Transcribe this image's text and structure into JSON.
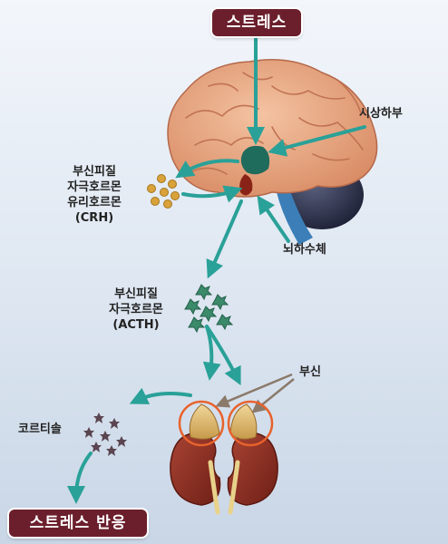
{
  "title": "스트레스",
  "footer": "스트레스 반응",
  "labels": {
    "hypothalamus": "시상하부",
    "pituitary": "뇌하수체",
    "crh": [
      "부신피질",
      "자극호르몬",
      "유리호르몬",
      "(CRH)"
    ],
    "acth": [
      "부신피질",
      "자극호르몬",
      "(ACTH)"
    ],
    "adrenal": "부신",
    "cortisol": "코르티솔"
  },
  "colors": {
    "pill_bg": "#6b1f2c",
    "arrow": "#2aa198",
    "brain": "#e8a882",
    "cerebellum": "#2b2f46",
    "hypothalamus": "#1f6b5c",
    "crh_dot": "#d9a23a",
    "acth_star": "#3b8a6a",
    "cortisol_star": "#5a4550",
    "kidney": "#8a2e22",
    "adrenal": "#d9b56a",
    "highlight_ring": "#e8622c"
  },
  "icons": [
    "brain-icon",
    "kidney-icon",
    "adrenal-gland-icon",
    "crh-molecule-icon",
    "acth-molecule-icon",
    "cortisol-molecule-icon"
  ]
}
